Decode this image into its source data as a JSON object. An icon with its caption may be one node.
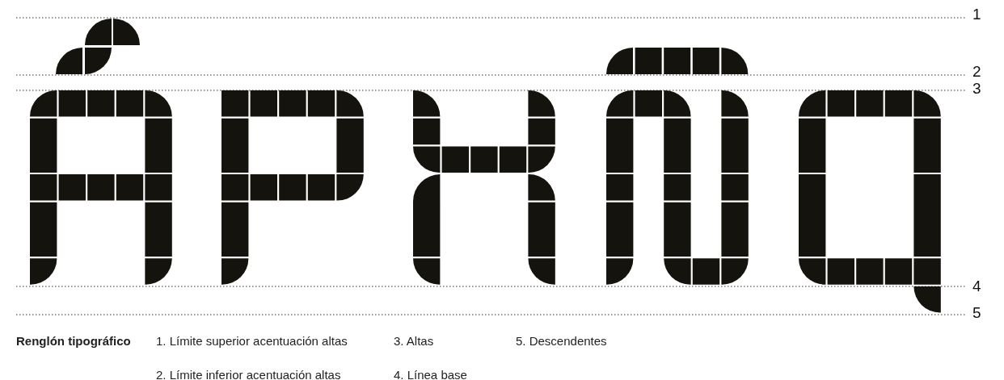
{
  "diagram": {
    "labels": [
      "1",
      "2",
      "3",
      "4",
      "5",
      "Renglón tipográfico",
      "1. Límite superior acentuación altas",
      "3. Altas",
      "5. Descendentes",
      "2. Límite inferior acentuación altas",
      "4. Línea base"
    ]
  }
}
